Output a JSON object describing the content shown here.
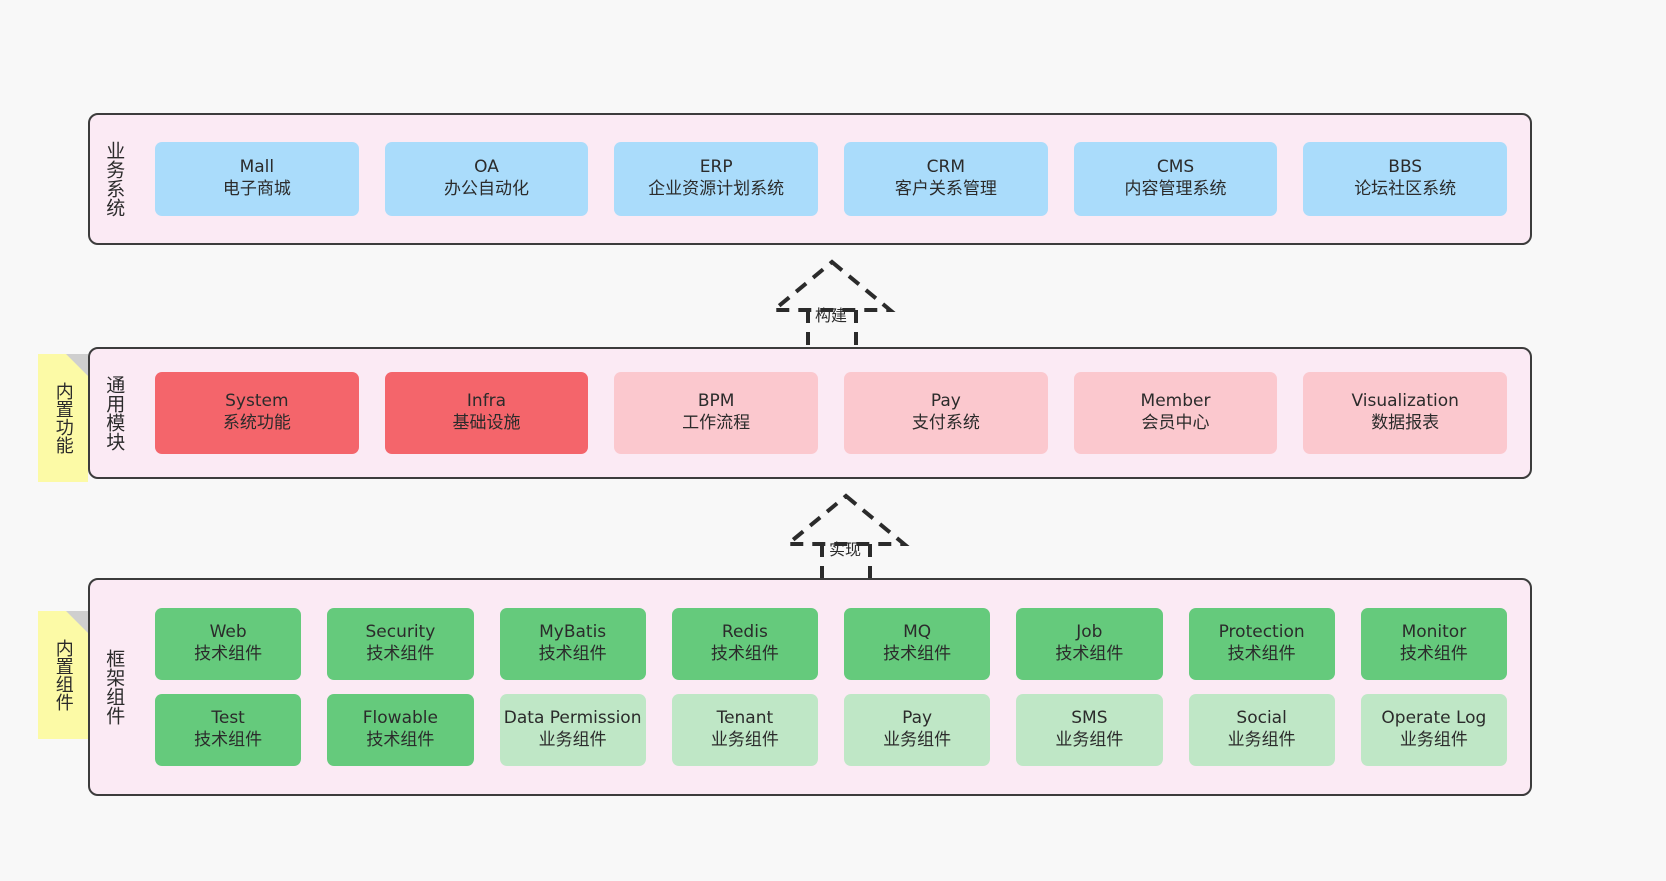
{
  "diagram": {
    "layers": [
      {
        "id": "business-systems",
        "label": "业务系统",
        "nodes": [
          {
            "en": "Mall",
            "cn": "电子商城",
            "color": "#aadcfb"
          },
          {
            "en": "OA",
            "cn": "办公自动化",
            "color": "#aadcfb"
          },
          {
            "en": "ERP",
            "cn": "企业资源计划系统",
            "color": "#aadcfb"
          },
          {
            "en": "CRM",
            "cn": "客户关系管理",
            "color": "#aadcfb"
          },
          {
            "en": "CMS",
            "cn": "内容管理系统",
            "color": "#aadcfb"
          },
          {
            "en": "BBS",
            "cn": "论坛社区系统",
            "color": "#aadcfb"
          }
        ]
      },
      {
        "id": "common-modules",
        "label": "通用模块",
        "tag": "内置功能",
        "nodes": [
          {
            "en": "System",
            "cn": "系统功能",
            "color": "#f4656b"
          },
          {
            "en": "Infra",
            "cn": "基础设施",
            "color": "#f4656b"
          },
          {
            "en": "BPM",
            "cn": "工作流程",
            "color": "#fbc8ce"
          },
          {
            "en": "Pay",
            "cn": "支付系统",
            "color": "#fbc8ce"
          },
          {
            "en": "Member",
            "cn": "会员中心",
            "color": "#fbc8ce"
          },
          {
            "en": "Visualization",
            "cn": "数据报表",
            "color": "#fbc8ce"
          }
        ]
      },
      {
        "id": "framework-components",
        "label": "框架组件",
        "tag": "内置组件",
        "row1": [
          {
            "en": "Web",
            "cn": "技术组件",
            "color": "#65ca7c"
          },
          {
            "en": "Security",
            "cn": "技术组件",
            "color": "#65ca7c"
          },
          {
            "en": "MyBatis",
            "cn": "技术组件",
            "color": "#65ca7c"
          },
          {
            "en": "Redis",
            "cn": "技术组件",
            "color": "#65ca7c"
          },
          {
            "en": "MQ",
            "cn": "技术组件",
            "color": "#65ca7c"
          },
          {
            "en": "Job",
            "cn": "技术组件",
            "color": "#65ca7c"
          },
          {
            "en": "Protection",
            "cn": "技术组件",
            "color": "#65ca7c"
          },
          {
            "en": "Monitor",
            "cn": "技术组件",
            "color": "#65ca7c"
          }
        ],
        "row2": [
          {
            "en": "Test",
            "cn": "技术组件",
            "color": "#65ca7c"
          },
          {
            "en": "Flowable",
            "cn": "技术组件",
            "color": "#65ca7c"
          },
          {
            "en": "Data Permission",
            "cn": "业务组件",
            "color": "#bfe7c6"
          },
          {
            "en": "Tenant",
            "cn": "业务组件",
            "color": "#bfe7c6"
          },
          {
            "en": "Pay",
            "cn": "业务组件",
            "color": "#bfe7c6"
          },
          {
            "en": "SMS",
            "cn": "业务组件",
            "color": "#bfe7c6"
          },
          {
            "en": "Social",
            "cn": "业务组件",
            "color": "#bfe7c6"
          },
          {
            "en": "Operate Log",
            "cn": "业务组件",
            "color": "#bfe7c6"
          }
        ]
      }
    ],
    "connectors": [
      {
        "id": "build",
        "label": "构建"
      },
      {
        "id": "implement",
        "label": "实现"
      }
    ],
    "colors": {
      "panel_background": "#fbeaf4",
      "panel_border": "#3c3c3c",
      "note_tag": "#fcfaa6",
      "note_fold": "#cfcfcf",
      "page_background": "#f8f8f8",
      "blue": "#aadcfb",
      "red": "#f4656b",
      "pink": "#fbc8ce",
      "green": "#65ca7c",
      "light_green": "#bfe7c6"
    }
  }
}
